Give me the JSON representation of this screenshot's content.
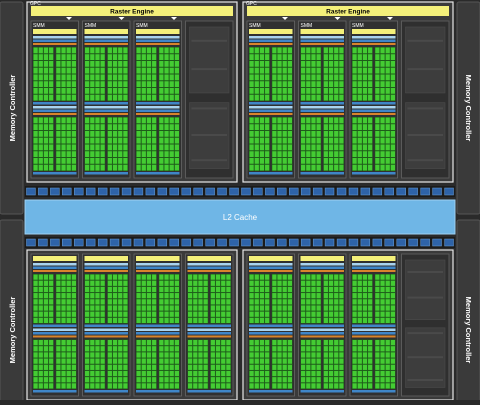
{
  "diagram": {
    "l2_cache": "L2 Cache",
    "memory_controller": "Memory Controller",
    "raster_engine": "Raster Engine",
    "gpc_label": "GPC",
    "smm_label": "SMM",
    "colors": {
      "background": "#2a2a2a",
      "gpc_fill": "#3a3a3a",
      "gpc_border": "#e8e8e8",
      "memory_controller_fill": "#3a3a3a",
      "l2_cache": "#6fb6e6",
      "l2_cache_border": "#9fd0f2",
      "l2_cache_text": "#ffffff",
      "raster_engine": "#f4f07a",
      "smm_header": "#f4f07a",
      "core_green": "#44cc33",
      "dispatch_blue": "#3f86c8",
      "orange": "#d8842c",
      "light_blue": "#a8d4f0",
      "crossbar_blue": "#2e63a8",
      "disabled_gray": "#555555"
    },
    "top_gpcs": [
      {
        "smms": [
          {
            "state": "active"
          },
          {
            "state": "active"
          },
          {
            "state": "active"
          },
          {
            "state": "disabled"
          }
        ]
      },
      {
        "smms": [
          {
            "state": "active"
          },
          {
            "state": "active"
          },
          {
            "state": "active"
          },
          {
            "state": "disabled"
          }
        ]
      }
    ],
    "bottom_gpcs": [
      {
        "smms": [
          {
            "state": "active"
          },
          {
            "state": "active"
          },
          {
            "state": "active"
          },
          {
            "state": "active"
          }
        ]
      },
      {
        "smms": [
          {
            "state": "active"
          },
          {
            "state": "active"
          },
          {
            "state": "active"
          },
          {
            "state": "disabled"
          }
        ]
      }
    ]
  }
}
